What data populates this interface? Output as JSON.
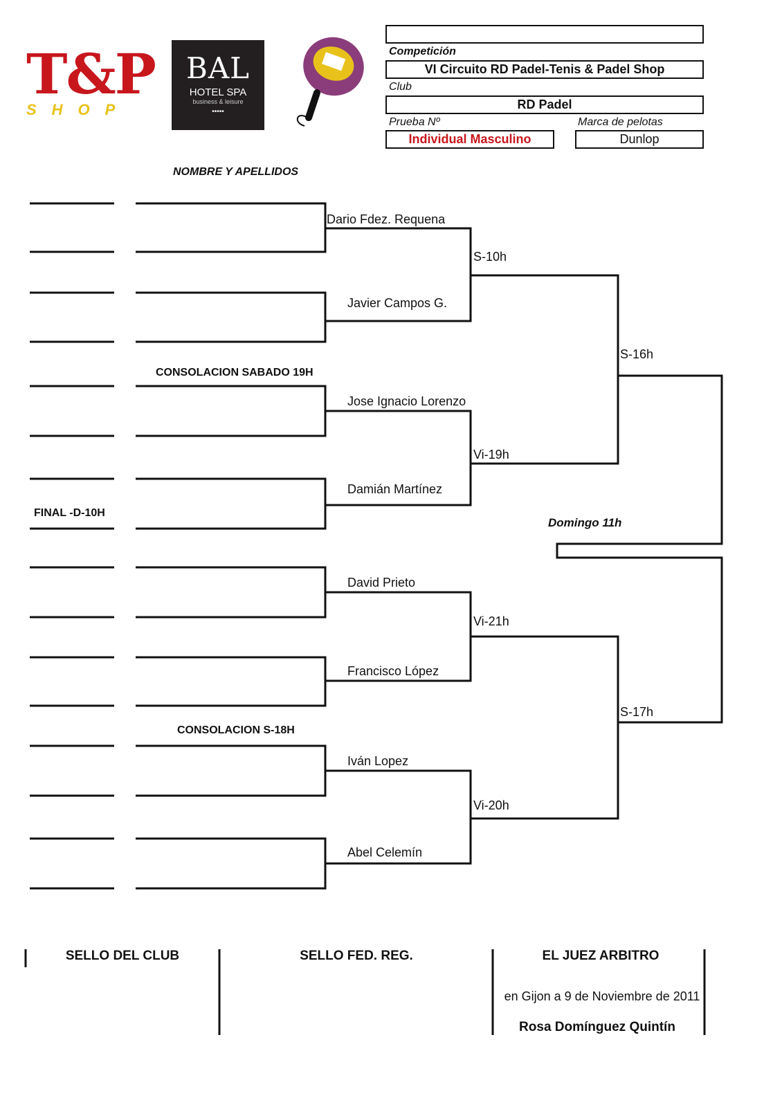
{
  "logos": {
    "tp_logo": "T&P",
    "tp_shop": "SHOP",
    "bal_title": "BAL",
    "bal_sub": "HOTEL SPA",
    "bal_tag": "business & leisure",
    "bal_dots": "•••••"
  },
  "header": {
    "competicion_label": "Competición",
    "competicion_value": "VI Circuito RD Padel-Tenis  & Padel Shop",
    "club_label": "Club",
    "club_value": "RD Padel",
    "prueba_label": "Prueba Nº",
    "prueba_value": "Individual Masculino",
    "marca_label": "Marca de pelotas",
    "marca_value": "Dunlop"
  },
  "bracket": {
    "names_header": "NOMBRE Y APELLIDOS",
    "players": [
      "Dario Fdez. Requena",
      "Javier Campos G.",
      "Jose Ignacio Lorenzo",
      "Damián Martínez",
      "David Prieto",
      "Francisco López",
      "Iván Lopez",
      "Abel Celemín"
    ],
    "round2_times": [
      "S-10h",
      "Vi-19h",
      "Vi-21h",
      "Vi-20h"
    ],
    "semi_times": [
      "S-16h",
      "S-17h"
    ],
    "final_time": "Domingo 11h",
    "consolacion_1": "CONSOLACION SABADO 19H",
    "consolacion_2": "CONSOLACION S-18H",
    "final_label": "FINAL -D-10H"
  },
  "footer": {
    "club_seal": "SELLO DEL CLUB",
    "fed_seal": "SELLO FED. REG.",
    "referee": "EL JUEZ ARBITRO",
    "place_date": "en Gijon a 9 de Noviembre de 2011",
    "referee_name": "Rosa Domínguez Quintín"
  },
  "colors": {
    "accent_red": "#c8161d",
    "logo_yellow": "#e8c21a",
    "racket_purple": "#8a3d7a"
  }
}
